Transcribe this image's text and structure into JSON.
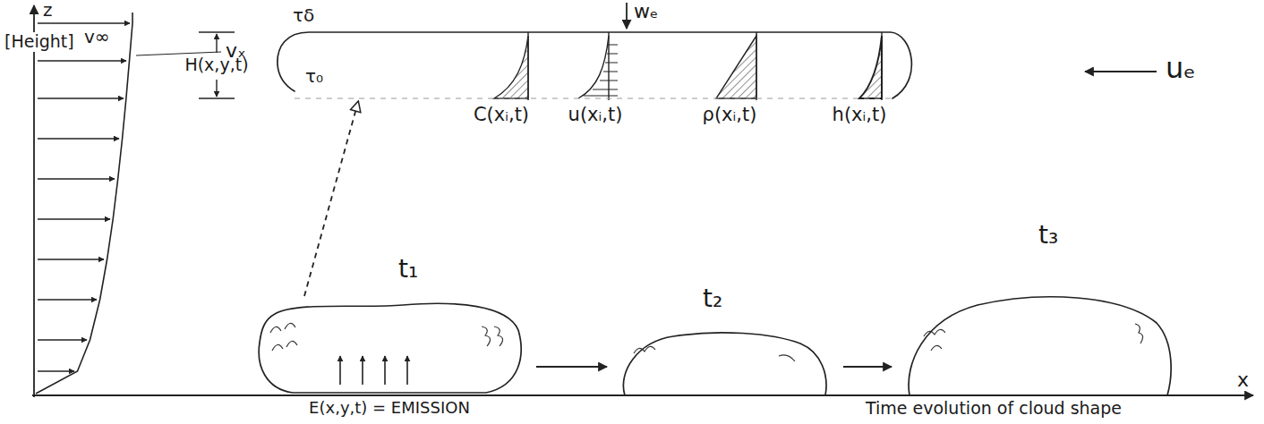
{
  "diagram": {
    "nodes": [
      {
        "text": [
          "τδ",
          "τ₀"
        ]
      },
      {
        "text": [
          "t₁"
        ]
      },
      {
        "text": [
          "t₂"
        ]
      },
      {
        "text": [
          "t₃"
        ]
      }
    ],
    "edges": [
      {
        "from": 1,
        "to": 0,
        "arrow": "to"
      },
      {
        "from": 1,
        "to": 2,
        "arrow": "to"
      },
      {
        "from": 2,
        "to": 3,
        "arrow": "to"
      }
    ],
    "labels": [
      "z",
      "[Height]",
      "v∞",
      "vₓ",
      "H(x,y,t)",
      "wₑ",
      "C(xᵢ,t)",
      "u(xᵢ,t)",
      "ρ(xᵢ,t)",
      "h(xᵢ,t)",
      "uₑ",
      "E(x,y,t) = EMISSION",
      "Time evolution of cloud shape",
      "x"
    ]
  }
}
